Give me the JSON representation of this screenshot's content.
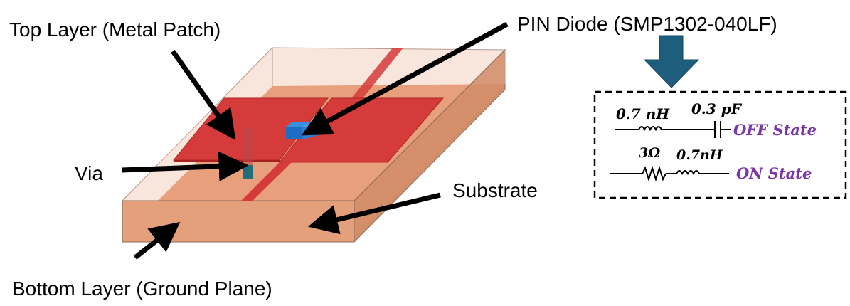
{
  "labels": {
    "top_layer": "Top Layer (Metal Patch)",
    "pin_diode": "PIN Diode (SMP1302-040LF)",
    "via": "Via",
    "substrate": "Substrate",
    "bottom_layer": "Bottom Layer (Ground Plane)"
  },
  "circuit": {
    "off": {
      "inductance": "0.7 nH",
      "capacitance": "0.3 pF",
      "state": "OFF State"
    },
    "on": {
      "resistance": "3Ω",
      "inductance": "0.7nH",
      "state": "ON State"
    }
  },
  "colors": {
    "patch": "#d63b3b",
    "substrate_top": "#e8a07c",
    "substrate_front": "#e3a07a",
    "substrate_side": "#c98a66",
    "enclosure": "#f5d5c8",
    "diode": "#2a7fd4",
    "via": "#1f6e7a",
    "down_arrow": "#1d5e7d",
    "state_text": "#7a35a8"
  }
}
